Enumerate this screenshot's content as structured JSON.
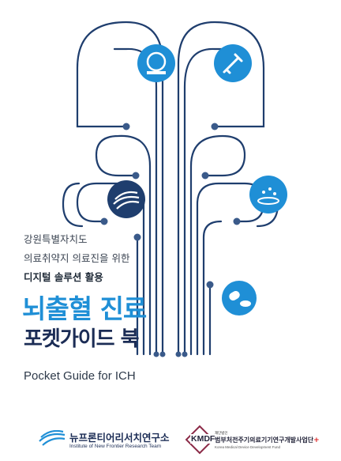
{
  "cover": {
    "subtitle_line1": "강원특별자치도",
    "subtitle_line2": "의료취약지 의료진을 위한",
    "subtitle_line3": "디지털 솔루션 활용",
    "title_line1": "뇌출혈 진료",
    "title_line2": "포켓가이드 북",
    "english_title": "Pocket Guide for ICH"
  },
  "publishers": {
    "left_name": "뉴프론티어리서치연구소",
    "left_english": "Institute of New Frontier Research Team",
    "right_abbr": "KMDF",
    "right_small": "재단법인",
    "right_name": "범부처전주기의료기기연구개발사업단",
    "right_plus": "+",
    "right_english": "Korea Medical Device Development Fund"
  },
  "icons": [
    "ct-scanner-icon",
    "syringe-icon",
    "wave-logo-icon",
    "lab-dish-icon",
    "pills-icon"
  ],
  "colors": {
    "line_blue": "#1f3e6e",
    "circle_blue": "#1f8fd6",
    "title_blue": "#1f8fd6",
    "title_navy": "#1b2c55",
    "kmdf_red": "#8b2a47"
  }
}
